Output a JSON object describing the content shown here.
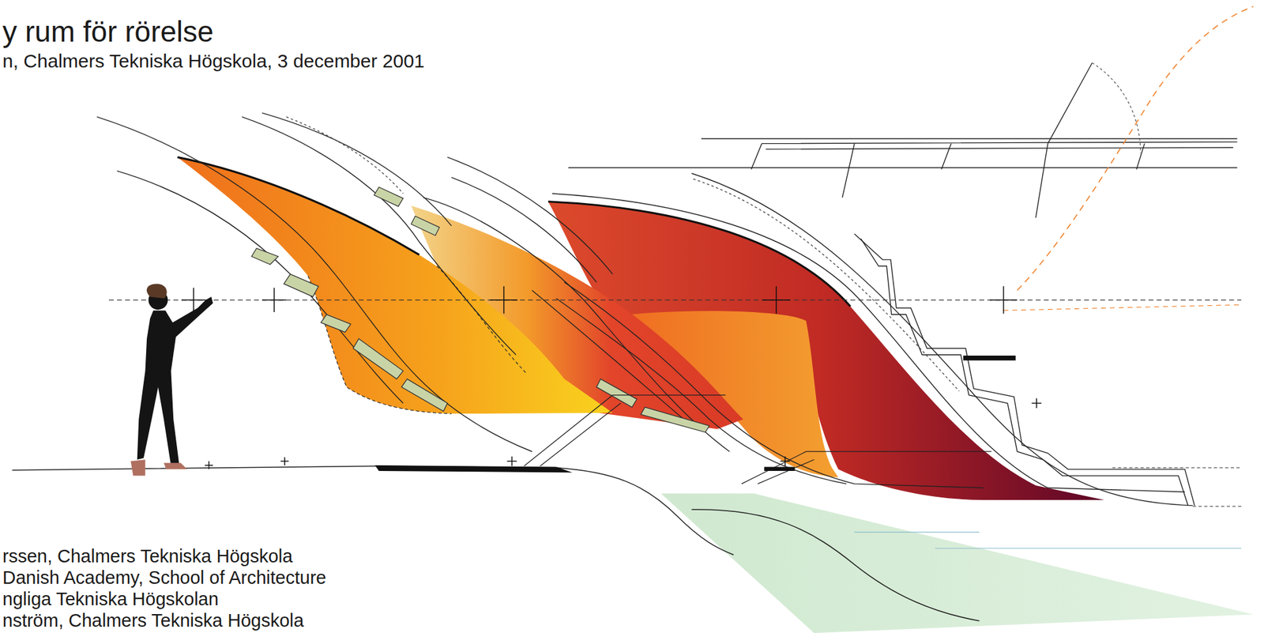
{
  "diagram": {
    "title": "y rum för rörelse",
    "labels": [
      "n, Chalmers Tekniska Högskola, 3 december 2001",
      "rssen, Chalmers Tekniska Högskola",
      "Danish Academy, School of Architecture",
      "ngliga Tekniska Högskolan",
      "nström, Chalmers Tekniska Högskola"
    ]
  }
}
